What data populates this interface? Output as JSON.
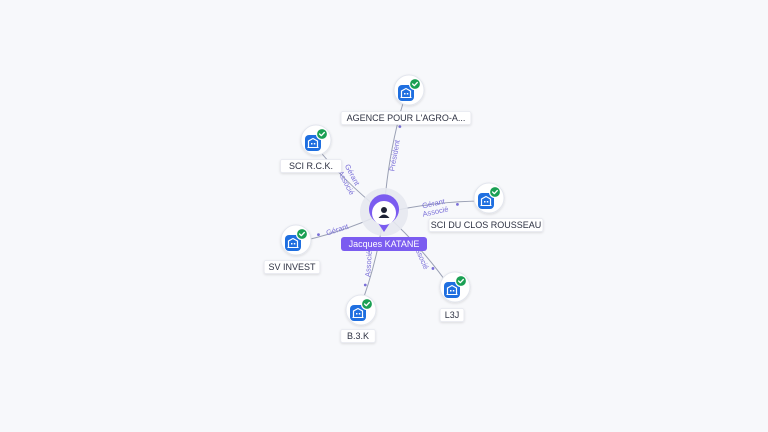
{
  "center": {
    "label": "Jacques KATANE",
    "color": "#7b5cf0",
    "icon": "person-icon"
  },
  "companies": [
    {
      "id": "agence",
      "label": "AGENCE POUR L'AGRO-A...",
      "icon": "building-icon",
      "badge": "check-icon"
    },
    {
      "id": "rck",
      "label": "SCI R.C.K.",
      "icon": "building-icon",
      "badge": "check-icon"
    },
    {
      "id": "duclos",
      "label": "SCI DU CLOS ROUSSEAU",
      "icon": "building-icon",
      "badge": "check-icon"
    },
    {
      "id": "svinvest",
      "label": "SV INVEST",
      "icon": "building-icon",
      "badge": "check-icon"
    },
    {
      "id": "b3k",
      "label": "B.3.K",
      "icon": "building-icon",
      "badge": "check-icon"
    },
    {
      "id": "l3j",
      "label": "L3J",
      "icon": "building-icon",
      "badge": "check-icon"
    }
  ],
  "relations": [
    {
      "to": "agence",
      "labels": [
        "Président"
      ]
    },
    {
      "to": "rck",
      "labels": [
        "Gérant",
        "Associé"
      ]
    },
    {
      "to": "duclos",
      "labels": [
        "Gérant",
        "Associé"
      ]
    },
    {
      "to": "svinvest",
      "labels": [
        "Gérant"
      ]
    },
    {
      "to": "b3k",
      "labels": [
        "Associé"
      ]
    },
    {
      "to": "l3j",
      "labels": [
        "Associé"
      ]
    }
  ],
  "colors": {
    "company_icon": "#1f6fe0",
    "badge": "#1aa053",
    "edge": "#9aa0b4",
    "edge_label": "#7a6fd8"
  }
}
